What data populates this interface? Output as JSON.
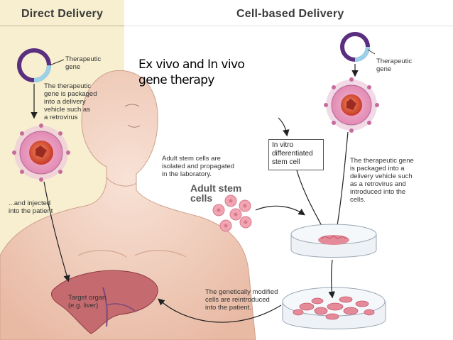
{
  "headers": {
    "direct": "Direct Delivery",
    "cell": "Cell-based Delivery"
  },
  "title": {
    "line1": "Ex vivo and In vivo",
    "line2": "gene therapy"
  },
  "direct": {
    "gene_label": [
      "Therapeutic",
      "gene"
    ],
    "packaged": [
      "The therapeutic",
      "gene is packaged",
      "into a delivery",
      "vehicle such as",
      "a retrovirus"
    ],
    "injected": [
      "...and injected",
      "into the patient"
    ],
    "target": [
      "Target organ",
      "(e.g. liver)"
    ]
  },
  "cell": {
    "gene_label": [
      "Therapeutic",
      "gene"
    ],
    "isolated": [
      "Adult stem cells are",
      "isolated and propagated",
      "in the laboratory."
    ],
    "adult_stem": [
      "Adult stem",
      "cells"
    ],
    "in_vitro": [
      "In vitro",
      "differentiated",
      "stem cell"
    ],
    "packaged": [
      "The therapeutic gene",
      "is packaged into a",
      "delivery vehicle such",
      "as a retrovirus and",
      "introduced into the",
      "cells."
    ],
    "reintroduced": [
      "The genetically modified",
      "cells are reintroduced",
      "into the patient."
    ]
  },
  "colors": {
    "left_panel": "#f7efcf",
    "plasmid": "#5b2f80",
    "virus_halo": "#e9c3dc",
    "virus_core": "#d94a33",
    "skin": "#f3d6c6",
    "liver": "#c56a6f",
    "cell": "#ef9aa8"
  }
}
